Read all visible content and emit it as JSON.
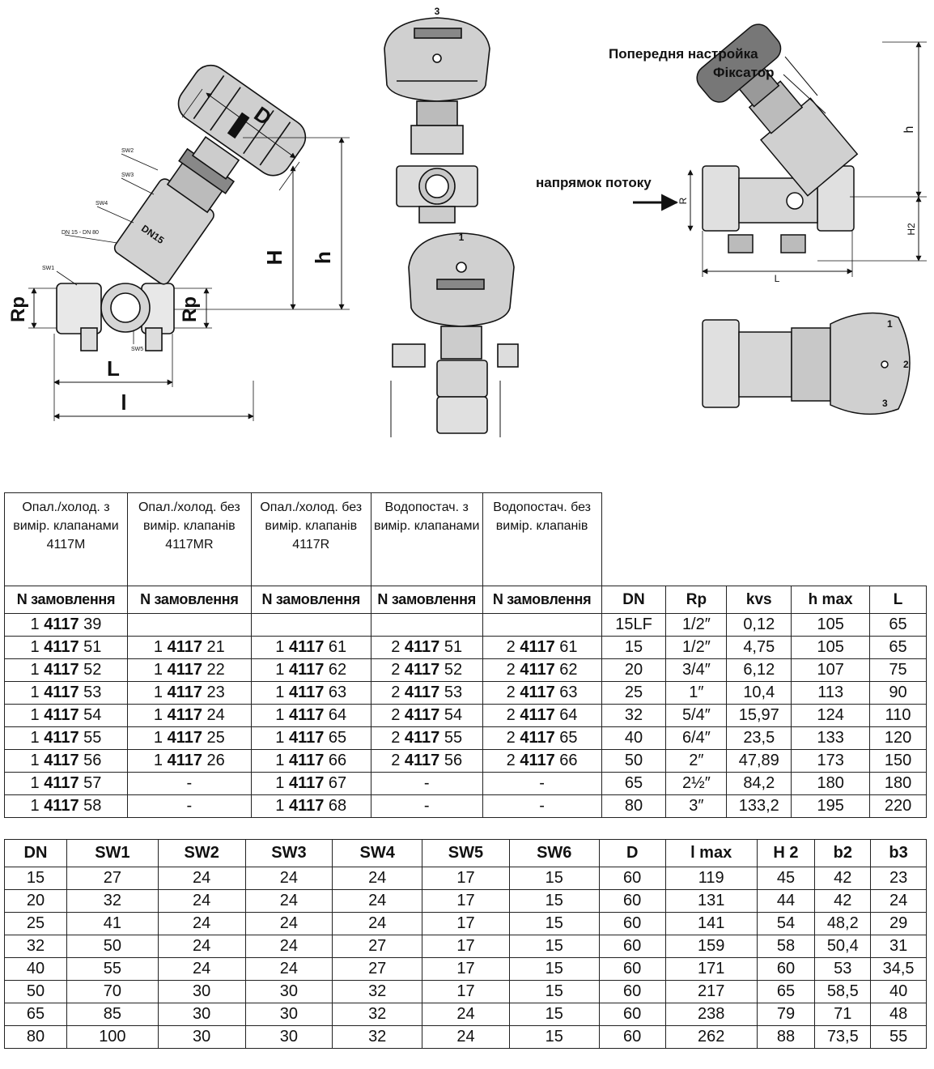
{
  "callouts": {
    "presetting": "Попередня настройка",
    "lock": "Фіксатор",
    "flow_direction": "напрямок потоку"
  },
  "drawing_labels": {
    "D": "D",
    "H": "H",
    "h": "h",
    "Rp_left": "Rp",
    "Rp_right": "Rp",
    "L": "L",
    "l": "l",
    "sw1": "SW1",
    "sw2": "SW2",
    "sw3": "SW3",
    "sw4": "SW4",
    "sw5": "SW5",
    "dn_range": "DN 15 - DN 80",
    "body_mark": "DN15",
    "right_h": "h",
    "right_R": "R",
    "right_H2": "H2",
    "right_L": "L",
    "knob_digits": [
      "1",
      "2",
      "3"
    ]
  },
  "table1": {
    "groups": [
      "Опал./холод. з вимір. клапанами 4117M",
      "Опал./холод. без вимір. клапанів 4117MR",
      "Опал./холод. без вимір. клапанів 4117R",
      "Водопостач. з вимір. клапанами",
      "Водопостач. без вимір. клапанів"
    ],
    "headers": [
      "N замовлення",
      "N замовлення",
      "N замовлення",
      "N замовлення",
      "N замовлення",
      "DN",
      "Rp",
      "kvs",
      "h max",
      "L"
    ],
    "rows": [
      [
        "1 4117 39",
        "",
        "",
        "",
        "",
        "15LF",
        "1/2″",
        "0,12",
        "105",
        "65"
      ],
      [
        "1 4117 51",
        "1 4117 21",
        "1 4117 61",
        "2 4117 51",
        "2 4117 61",
        "15",
        "1/2″",
        "4,75",
        "105",
        "65"
      ],
      [
        "1 4117 52",
        "1 4117 22",
        "1 4117 62",
        "2 4117 52",
        "2 4117 62",
        "20",
        "3/4″",
        "6,12",
        "107",
        "75"
      ],
      [
        "1 4117 53",
        "1 4117 23",
        "1 4117 63",
        "2 4117 53",
        "2 4117 63",
        "25",
        "1″",
        "10,4",
        "113",
        "90"
      ],
      [
        "1 4117 54",
        "1 4117 24",
        "1 4117 64",
        "2 4117 54",
        "2 4117 64",
        "32",
        "5/4″",
        "15,97",
        "124",
        "110"
      ],
      [
        "1 4117 55",
        "1 4117 25",
        "1 4117 65",
        "2 4117 55",
        "2 4117 65",
        "40",
        "6/4″",
        "23,5",
        "133",
        "120"
      ],
      [
        "1 4117 56",
        "1 4117 26",
        "1 4117 66",
        "2 4117 56",
        "2 4117 66",
        "50",
        "2″",
        "47,89",
        "173",
        "150"
      ],
      [
        "1 4117 57",
        "-",
        "1 4117 67",
        "-",
        "-",
        "65",
        "2½″",
        "84,2",
        "180",
        "180"
      ],
      [
        "1 4117 58",
        "-",
        "1 4117 68",
        "-",
        "-",
        "80",
        "3″",
        "133,2",
        "195",
        "220"
      ]
    ]
  },
  "table2": {
    "headers": [
      "DN",
      "SW1",
      "SW2",
      "SW3",
      "SW4",
      "SW5",
      "SW6",
      "D",
      "l max",
      "H 2",
      "b2",
      "b3"
    ],
    "rows": [
      [
        "15",
        "27",
        "24",
        "24",
        "24",
        "17",
        "15",
        "60",
        "119",
        "45",
        "42",
        "23"
      ],
      [
        "20",
        "32",
        "24",
        "24",
        "24",
        "17",
        "15",
        "60",
        "131",
        "44",
        "42",
        "24"
      ],
      [
        "25",
        "41",
        "24",
        "24",
        "24",
        "17",
        "15",
        "60",
        "141",
        "54",
        "48,2",
        "29"
      ],
      [
        "32",
        "50",
        "24",
        "24",
        "27",
        "17",
        "15",
        "60",
        "159",
        "58",
        "50,4",
        "31"
      ],
      [
        "40",
        "55",
        "24",
        "24",
        "27",
        "17",
        "15",
        "60",
        "171",
        "60",
        "53",
        "34,5"
      ],
      [
        "50",
        "70",
        "30",
        "30",
        "32",
        "17",
        "15",
        "60",
        "217",
        "65",
        "58,5",
        "40"
      ],
      [
        "65",
        "85",
        "30",
        "30",
        "32",
        "24",
        "15",
        "60",
        "238",
        "79",
        "71",
        "48"
      ],
      [
        "80",
        "100",
        "30",
        "30",
        "32",
        "24",
        "15",
        "60",
        "262",
        "88",
        "73,5",
        "55"
      ]
    ]
  }
}
